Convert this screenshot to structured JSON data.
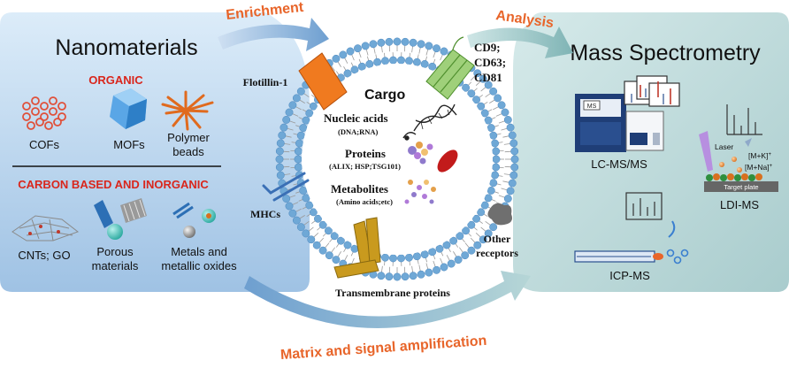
{
  "left_panel": {
    "title": "Nanomaterials",
    "organic_heading": "ORGANIC",
    "organic_items": [
      "COFs",
      "MOFs",
      "Polymer",
      "beads"
    ],
    "inorganic_heading": "CARBON BASED AND INORGANIC",
    "inorganic_items": [
      "CNTs; GO",
      "Porous",
      "materials",
      "Metals and",
      "metallic oxides"
    ]
  },
  "right_panel": {
    "title": "Mass Spectrometry",
    "lcms_label": "LC-MS/MS",
    "ms_box_label": "MS",
    "ldims_label": "LDI-MS",
    "laser_label": "Laser",
    "adduct_k": "[M+K]",
    "adduct_na": "[M+Na]",
    "adduct_sup": "+",
    "target_plate_label": "Target plate",
    "icpms_label": "ICP-MS"
  },
  "arrows": {
    "enrichment": "Enrichment",
    "analysis": "Analysis",
    "amplification": "Matrix and signal amplification"
  },
  "vesicle": {
    "cargo_title": "Cargo",
    "nucleic_acids": "Nucleic acids",
    "nucleic_acids_sub": "(DNA;RNA)",
    "proteins": "Proteins",
    "proteins_sub": "(ALIX; HSP;TSG101)",
    "metabolites": "Metabolites",
    "metabolites_sub": "(Amino acids;etc)",
    "flotillin": "Flotillin-1",
    "tetraspanins": [
      "CD9;",
      "CD63;",
      "CD81"
    ],
    "mhcs": "MHCs",
    "other_receptors": [
      "Other",
      "receptors"
    ],
    "transmembrane": "Transmembrane proteins"
  },
  "colors": {
    "left_panel_bg": "#cfe3f5",
    "right_panel_bg": "#cfe4e4",
    "arrow_orange": "#e8652a",
    "organic_red": "#d9261c",
    "membrane_blue": "#6fa8d6"
  }
}
